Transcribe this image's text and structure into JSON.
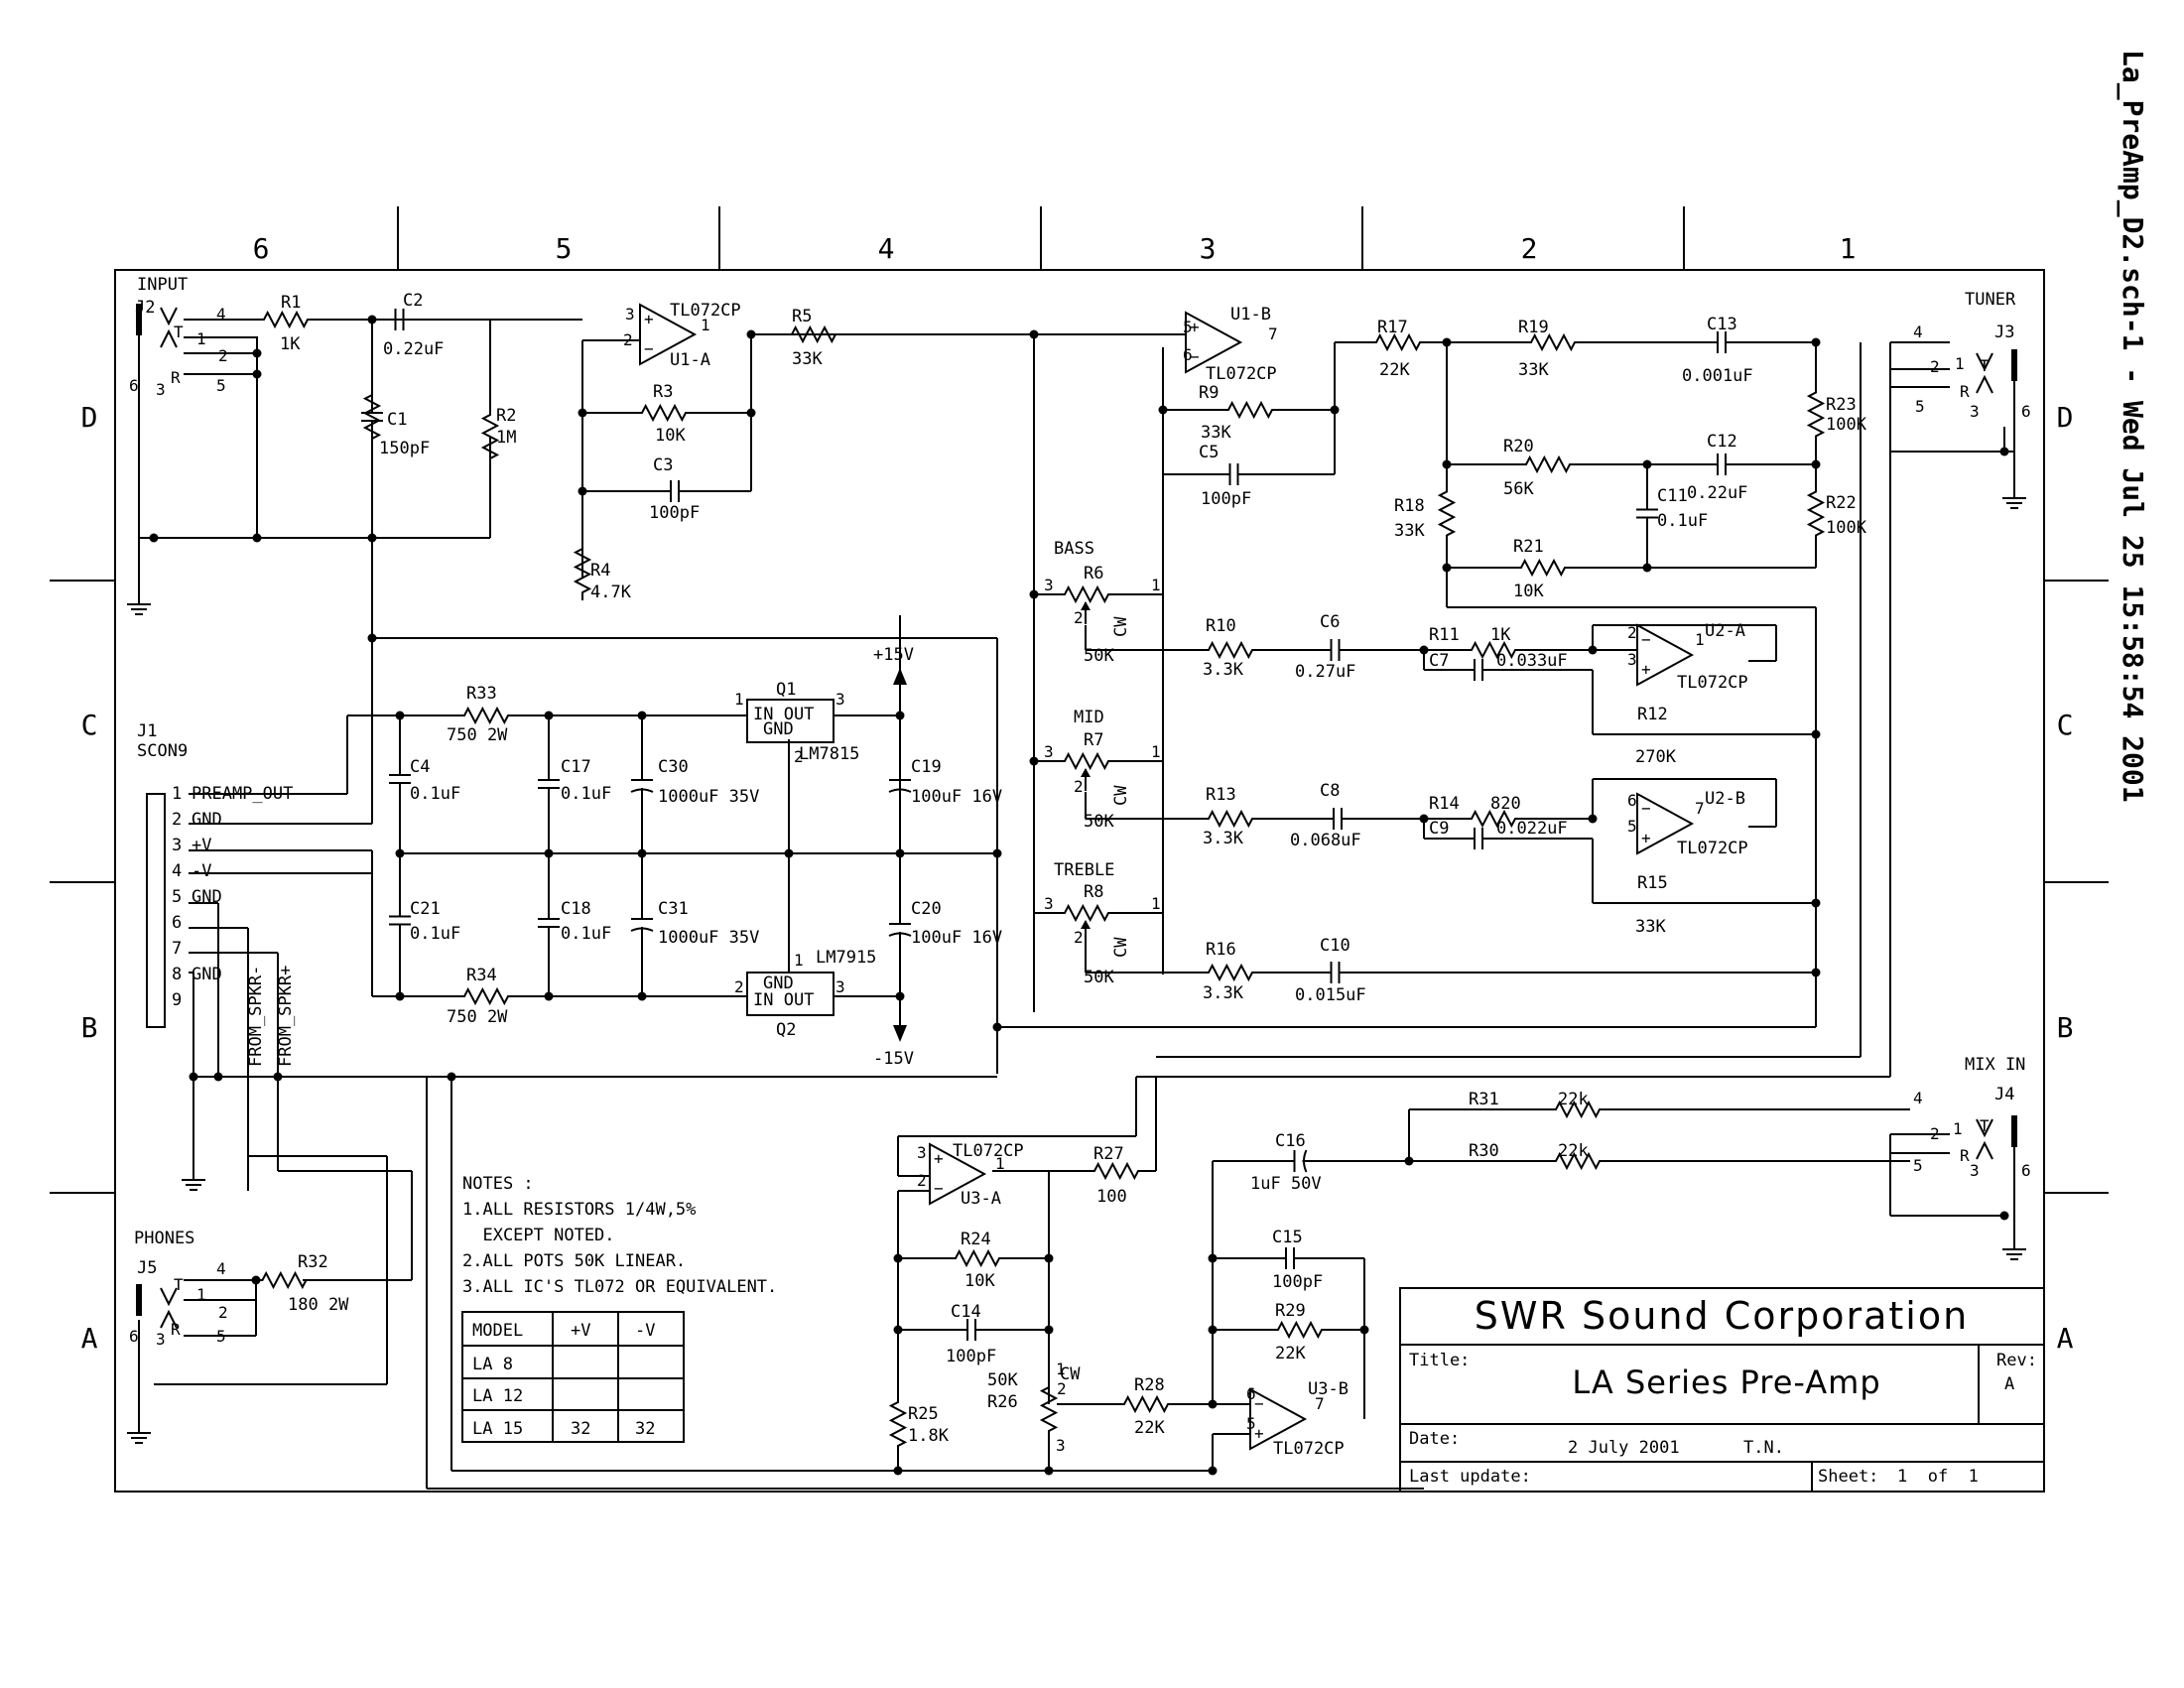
{
  "header": {
    "filename_stamp": "La_PreAmp_D2.sch-1 - Wed Jul 25 15:58:54 2001"
  },
  "grid": {
    "columns": [
      "6",
      "5",
      "4",
      "3",
      "2",
      "1"
    ],
    "rows": [
      "D",
      "C",
      "B",
      "A"
    ]
  },
  "components": {
    "R1": {
      "ref": "R1",
      "value": "1K"
    },
    "R2": {
      "ref": "R2",
      "value": "1M"
    },
    "R3": {
      "ref": "R3",
      "value": "10K"
    },
    "R4": {
      "ref": "R4",
      "value": "4.7K"
    },
    "R5": {
      "ref": "R5",
      "value": "33K"
    },
    "R6": {
      "ref": "R6",
      "value": "50K",
      "label": "BASS"
    },
    "R7": {
      "ref": "R7",
      "value": "50K",
      "label": "MID"
    },
    "R8": {
      "ref": "R8",
      "value": "50K",
      "label": "TREBLE"
    },
    "R9": {
      "ref": "R9",
      "value": "33K"
    },
    "R10": {
      "ref": "R10",
      "value": "3.3K"
    },
    "R11": {
      "ref": "R11",
      "value": "1K"
    },
    "R12": {
      "ref": "R12",
      "value": "270K"
    },
    "R13": {
      "ref": "R13",
      "value": "3.3K"
    },
    "R14": {
      "ref": "R14",
      "value": "820"
    },
    "R15": {
      "ref": "R15",
      "value": "33K"
    },
    "R16": {
      "ref": "R16",
      "value": "3.3K"
    },
    "R17": {
      "ref": "R17",
      "value": "22K"
    },
    "R18": {
      "ref": "R18",
      "value": "33K"
    },
    "R19": {
      "ref": "R19",
      "value": "33K"
    },
    "R20": {
      "ref": "R20",
      "value": "56K"
    },
    "R21": {
      "ref": "R21",
      "value": "10K"
    },
    "R22": {
      "ref": "R22",
      "value": "100K"
    },
    "R23": {
      "ref": "R23",
      "value": "100K"
    },
    "R24": {
      "ref": "R24",
      "value": "10K"
    },
    "R25": {
      "ref": "R25",
      "value": "1.8K"
    },
    "R26": {
      "ref": "R26",
      "value": "50K"
    },
    "R27": {
      "ref": "R27",
      "value": "100"
    },
    "R28": {
      "ref": "R28",
      "value": "22K"
    },
    "R29": {
      "ref": "R29",
      "value": "22K"
    },
    "R30": {
      "ref": "R30",
      "value": "22k"
    },
    "R31": {
      "ref": "R31",
      "value": "22k"
    },
    "R32": {
      "ref": "R32",
      "value": "180  2W"
    },
    "R33": {
      "ref": "R33",
      "value": "750  2W"
    },
    "R34": {
      "ref": "R34",
      "value": "750  2W"
    },
    "C1": {
      "ref": "C1",
      "value": "150pF"
    },
    "C2": {
      "ref": "C2",
      "value": "0.22uF"
    },
    "C3": {
      "ref": "C3",
      "value": "100pF"
    },
    "C4": {
      "ref": "C4",
      "value": "0.1uF"
    },
    "C5": {
      "ref": "C5",
      "value": "100pF"
    },
    "C6": {
      "ref": "C6",
      "value": "0.27uF"
    },
    "C7": {
      "ref": "C7",
      "value": "0.033uF"
    },
    "C8": {
      "ref": "C8",
      "value": "0.068uF"
    },
    "C9": {
      "ref": "C9",
      "value": "0.022uF"
    },
    "C10": {
      "ref": "C10",
      "value": "0.015uF"
    },
    "C11": {
      "ref": "C11",
      "value": "0.1uF"
    },
    "C12": {
      "ref": "C12",
      "value": "0.22uF"
    },
    "C13": {
      "ref": "C13",
      "value": "0.001uF"
    },
    "C14": {
      "ref": "C14",
      "value": "100pF"
    },
    "C15": {
      "ref": "C15",
      "value": "100pF"
    },
    "C16": {
      "ref": "C16",
      "value": "1uF  50V"
    },
    "C17": {
      "ref": "C17",
      "value": "0.1uF"
    },
    "C18": {
      "ref": "C18",
      "value": "0.1uF"
    },
    "C19": {
      "ref": "C19",
      "value": "100uF  16V"
    },
    "C20": {
      "ref": "C20",
      "value": "100uF  16V"
    },
    "C21": {
      "ref": "C21",
      "value": "0.1uF"
    },
    "C30": {
      "ref": "C30",
      "value": "1000uF  35V"
    },
    "C31": {
      "ref": "C31",
      "value": "1000uF  35V"
    },
    "U1A": {
      "ref": "U1-A",
      "part": "TL072CP"
    },
    "U1B": {
      "ref": "U1-B",
      "part": "TL072CP"
    },
    "U2A": {
      "ref": "U2-A",
      "part": "TL072CP"
    },
    "U2B": {
      "ref": "U2-B",
      "part": "TL072CP"
    },
    "U3A": {
      "ref": "U3-A",
      "part": "TL072CP"
    },
    "U3B": {
      "ref": "U3-B",
      "part": "TL072CP"
    },
    "Q1": {
      "ref": "Q1",
      "part": "LM7815",
      "pins": "IN  OUT",
      "gnd": "GND"
    },
    "Q2": {
      "ref": "Q2",
      "part": "LM7915",
      "pins": "IN  OUT",
      "gnd": "GND"
    },
    "J1": {
      "ref": "J1",
      "part": "SCON9"
    },
    "J2": {
      "ref": "J2",
      "label": "INPUT"
    },
    "J3": {
      "ref": "J3",
      "label": "TUNER"
    },
    "J4": {
      "ref": "J4",
      "label": "MIX IN"
    },
    "J5": {
      "ref": "J5",
      "label": "PHONES"
    }
  },
  "connector_pins": [
    {
      "n": "1",
      "name": "PREAMP_OUT"
    },
    {
      "n": "2",
      "name": "GND"
    },
    {
      "n": "3",
      "name": "+V"
    },
    {
      "n": "4",
      "name": "-V"
    },
    {
      "n": "5",
      "name": "GND"
    },
    {
      "n": "6",
      "name": ""
    },
    {
      "n": "7",
      "name": ""
    },
    {
      "n": "8",
      "name": "GND"
    },
    {
      "n": "9",
      "name": ""
    }
  ],
  "nets": {
    "pos15": "+15V",
    "neg15": "-15V",
    "spkr_minus": "FROM_SPKR-",
    "spkr_plus": "FROM_SPKR+",
    "cw": "CW"
  },
  "notes": {
    "heading": "NOTES :",
    "lines": [
      "1.ALL RESISTORS 1/4W,5%",
      "  EXCEPT NOTED.",
      "2.ALL POTS 50K LINEAR.",
      "3.ALL IC'S TL072 OR EQUIVALENT."
    ]
  },
  "model_table": {
    "headers": [
      "MODEL",
      "+V",
      "-V"
    ],
    "rows": [
      [
        "LA 8",
        "",
        ""
      ],
      [
        "LA 12",
        "",
        ""
      ],
      [
        "LA 15",
        "32",
        "32"
      ]
    ]
  },
  "title_block": {
    "company": "SWR Sound Corporation",
    "title_label": "Title:",
    "title": "LA Series Pre-Amp",
    "rev_label": "Rev:",
    "rev": "A",
    "date_label": "Date:",
    "date": "2 July 2001",
    "author": "T.N.",
    "last_update_label": "Last update:",
    "sheet_label": "Sheet:",
    "sheet": "1  of  1"
  }
}
